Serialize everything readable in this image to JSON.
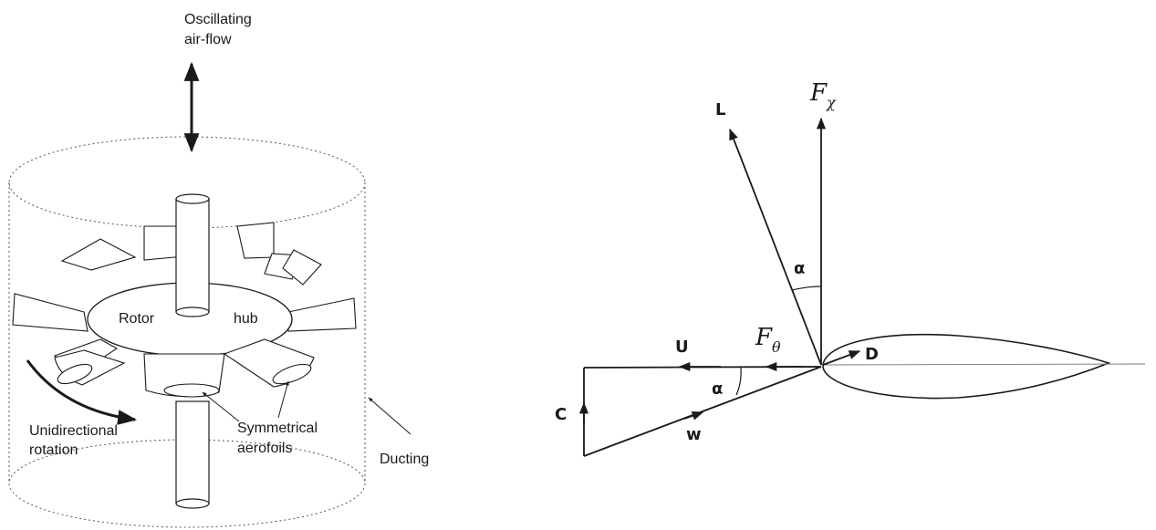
{
  "left_diagram": {
    "labels": {
      "oscillating_line1": "Oscillating",
      "oscillating_line2": "air-flow",
      "rotor": "Rotor",
      "hub": "hub",
      "unidirectional_line1": "Unidirectional",
      "unidirectional_line2": "rotation",
      "symmetrical_line1": "Symmetrical",
      "symmetrical_line2": "aerofoils",
      "ducting": "Ducting"
    }
  },
  "right_diagram": {
    "labels": {
      "lift": "L",
      "axial_force": "F",
      "axial_force_sub": "χ",
      "tangential_force": "F",
      "tangential_force_sub": "θ",
      "drag": "D",
      "blade_velocity": "U",
      "relative_velocity": "w",
      "axial_velocity": "C",
      "alpha_top": "α",
      "alpha_bottom": "α"
    }
  },
  "colors": {
    "line": "#1a1a1a",
    "dotted": "#555555",
    "background": "#ffffff"
  }
}
